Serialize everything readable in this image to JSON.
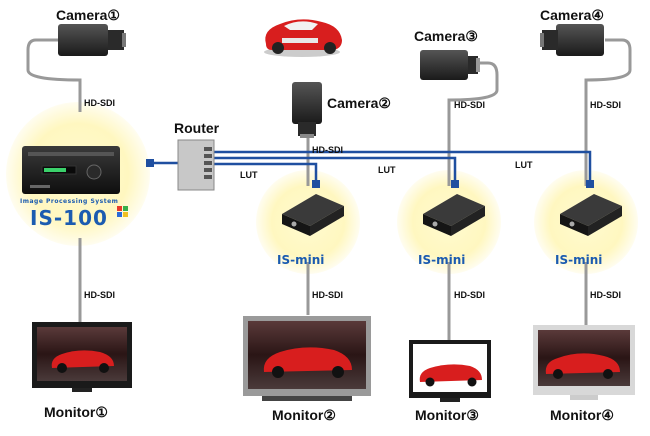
{
  "cameras": [
    {
      "label": "Camera①"
    },
    {
      "label": "Camera②"
    },
    {
      "label": "Camera③"
    },
    {
      "label": "Camera④"
    }
  ],
  "monitors": [
    {
      "label": "Monitor①"
    },
    {
      "label": "Monitor②"
    },
    {
      "label": "Monitor③"
    },
    {
      "label": "Monitor④"
    }
  ],
  "router": {
    "label": "Router"
  },
  "processor": {
    "subtitle": "Image Processing System",
    "model": "IS-100"
  },
  "mini_units": [
    {
      "model": "IS-mini"
    },
    {
      "model": "IS-mini"
    },
    {
      "model": "IS-mini"
    }
  ],
  "connections": {
    "hd_sdi": "HD-SDI",
    "lut": "LUT"
  },
  "colors": {
    "link_blue": "#1f4fa0",
    "glow": "#fffbd0",
    "brand_blue": "#1b5bb0",
    "car_red": "#d81e1e"
  }
}
